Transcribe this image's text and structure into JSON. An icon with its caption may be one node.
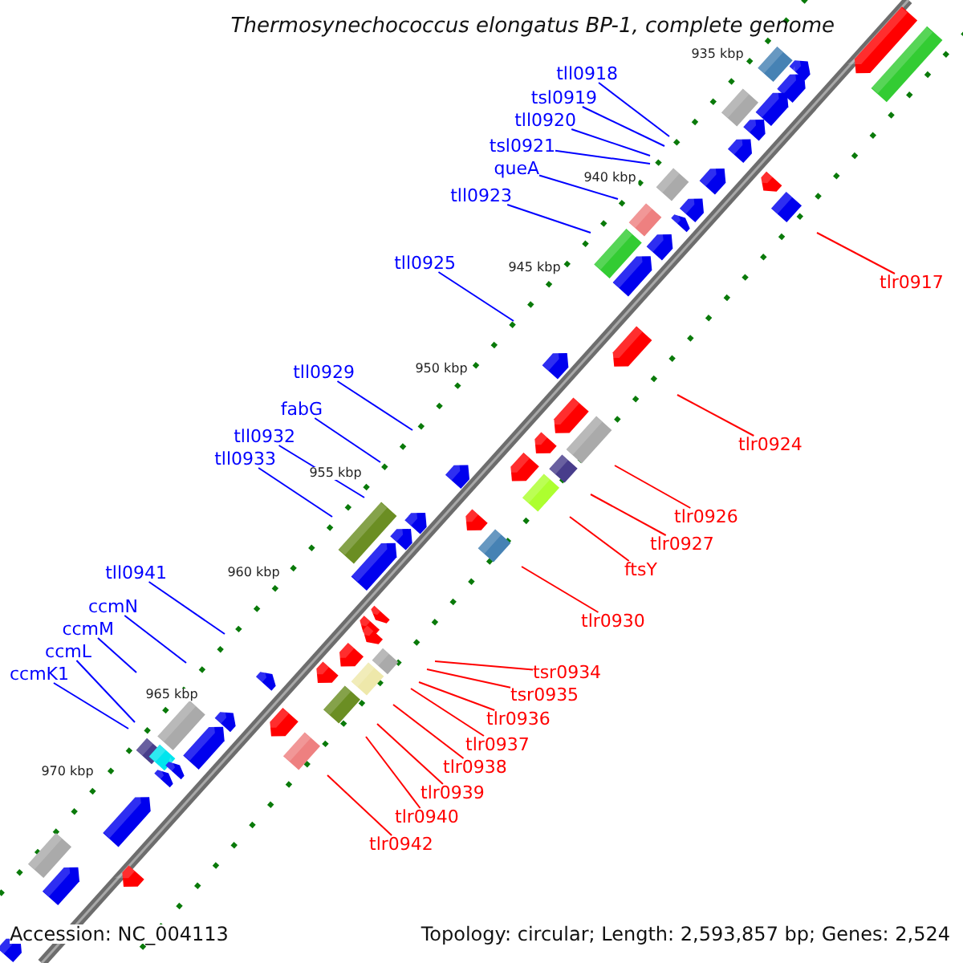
{
  "diagram": {
    "title": "Thermosynechococcus elongatus BP-1, complete genome",
    "nodes": [
      {
        "text": [
          "tll0918"
        ]
      },
      {
        "text": [
          "tsl0919"
        ]
      },
      {
        "text": [
          "tll0920"
        ]
      },
      {
        "text": [
          "tsl0921"
        ]
      },
      {
        "text": [
          "queA"
        ]
      },
      {
        "text": [
          "tll0923"
        ]
      },
      {
        "text": [
          "tll0925"
        ]
      },
      {
        "text": [
          "tlr0917"
        ]
      },
      {
        "text": [
          "tll0929"
        ]
      },
      {
        "text": [
          "fabG"
        ]
      },
      {
        "text": [
          "tll0932"
        ]
      },
      {
        "text": [
          "tll0933"
        ]
      },
      {
        "text": [
          "tlr0924"
        ]
      },
      {
        "text": [
          "tlr0926"
        ]
      },
      {
        "text": [
          "tlr0927"
        ]
      },
      {
        "text": [
          "ftsY"
        ]
      },
      {
        "text": [
          "tll0941"
        ]
      },
      {
        "text": [
          "ccmN"
        ]
      },
      {
        "text": [
          "ccmM"
        ]
      },
      {
        "text": [
          "ccmL"
        ]
      },
      {
        "text": [
          "ccmK1"
        ]
      },
      {
        "text": [
          "tlr0930"
        ]
      },
      {
        "text": [
          "tsr0934"
        ]
      },
      {
        "text": [
          "tsr0935"
        ]
      },
      {
        "text": [
          "tlr0936"
        ]
      },
      {
        "text": [
          "tlr0937"
        ]
      },
      {
        "text": [
          "tlr0938"
        ]
      },
      {
        "text": [
          "tlr0939"
        ]
      },
      {
        "text": [
          "tlr0940"
        ]
      },
      {
        "text": [
          "tlr0942"
        ]
      }
    ],
    "edges": [
      {
        "from": 0,
        "to": null,
        "arrow": "none"
      },
      {
        "from": 1,
        "to": null,
        "arrow": "none"
      },
      {
        "from": 2,
        "to": null,
        "arrow": "none"
      },
      {
        "from": 3,
        "to": null,
        "arrow": "none"
      },
      {
        "from": 4,
        "to": null,
        "arrow": "none"
      },
      {
        "from": 5,
        "to": null,
        "arrow": "none"
      },
      {
        "from": 6,
        "to": null,
        "arrow": "none"
      },
      {
        "from": 7,
        "to": null,
        "arrow": "none",
        "color": "#ff0000"
      },
      {
        "from": 8,
        "to": null,
        "arrow": "none"
      },
      {
        "from": 9,
        "to": null,
        "arrow": "none"
      },
      {
        "from": 10,
        "to": null,
        "arrow": "none"
      },
      {
        "from": 11,
        "to": null,
        "arrow": "none"
      },
      {
        "from": 12,
        "to": null,
        "arrow": "none",
        "color": "#ff0000"
      },
      {
        "from": 13,
        "to": null,
        "arrow": "none",
        "color": "#ff0000"
      },
      {
        "from": 14,
        "to": null,
        "arrow": "none",
        "color": "#ff0000"
      },
      {
        "from": 15,
        "to": null,
        "arrow": "none",
        "color": "#ff0000"
      },
      {
        "from": 16,
        "to": null,
        "arrow": "none"
      },
      {
        "from": 17,
        "to": null,
        "arrow": "none"
      },
      {
        "from": 18,
        "to": null,
        "arrow": "none"
      },
      {
        "from": 19,
        "to": null,
        "arrow": "none"
      },
      {
        "from": 20,
        "to": null,
        "arrow": "none"
      },
      {
        "from": 21,
        "to": null,
        "arrow": "none",
        "color": "#ff0000"
      },
      {
        "from": 22,
        "to": null,
        "arrow": "none",
        "color": "#ff0000"
      },
      {
        "from": 23,
        "to": null,
        "arrow": "none",
        "color": "#ff0000"
      },
      {
        "from": 24,
        "to": null,
        "arrow": "none",
        "color": "#ff0000"
      },
      {
        "from": 25,
        "to": null,
        "arrow": "none",
        "color": "#ff0000"
      },
      {
        "from": 26,
        "to": null,
        "arrow": "none",
        "color": "#ff0000"
      },
      {
        "from": 27,
        "to": null,
        "arrow": "none",
        "color": "#ff0000"
      },
      {
        "from": 28,
        "to": null,
        "arrow": "none",
        "color": "#ff0000"
      },
      {
        "from": 29,
        "to": null,
        "arrow": "none",
        "color": "#ff0000"
      }
    ],
    "labels": [
      "935 kbp",
      "940 kbp",
      "945 kbp",
      "950 kbp",
      "955 kbp",
      "960 kbp",
      "965 kbp",
      "970 kbp",
      "Accession: NC_004113",
      "Topology: circular; Length: 2,593,857 bp; Genes: 2,524"
    ]
  }
}
